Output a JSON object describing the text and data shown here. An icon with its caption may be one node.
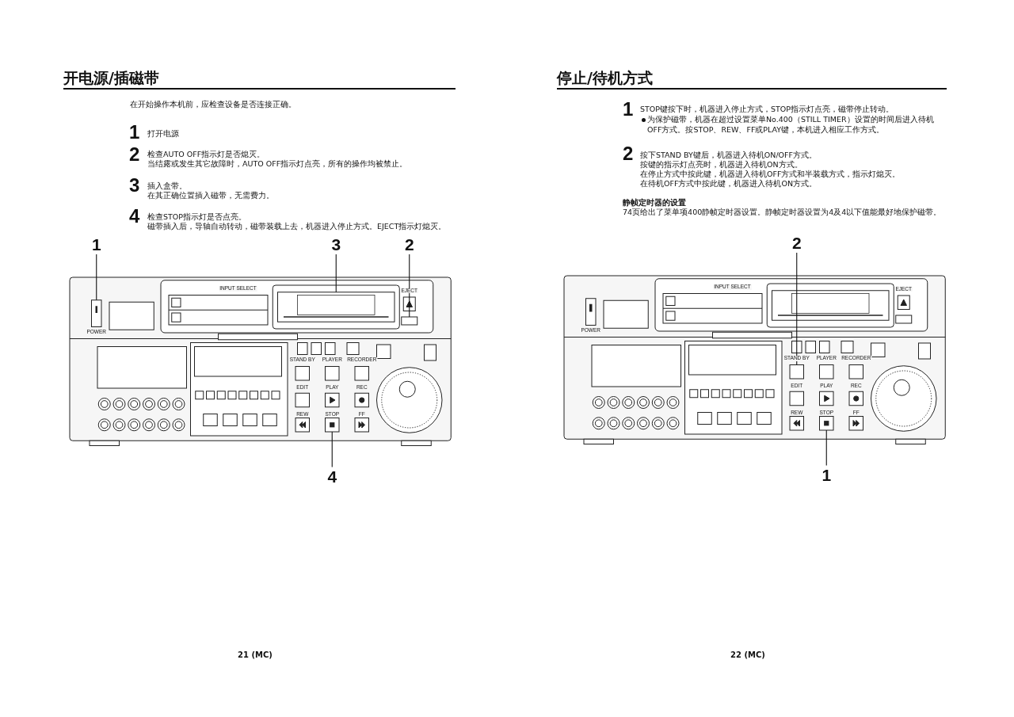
{
  "diagram": {
    "nodes": [
      {
        "text": [
          "1"
        ]
      },
      {
        "text": [],
        "shape": "box"
      },
      {
        "text": [
          "3"
        ]
      },
      {
        "text": [],
        "shape": "box"
      },
      {
        "text": [
          "2"
        ]
      },
      {
        "text": [],
        "shape": "box"
      },
      {
        "text": [
          "4"
        ]
      },
      {
        "text": [],
        "shape": "box"
      },
      {
        "text": [
          "2"
        ]
      },
      {
        "text": [],
        "shape": "box"
      },
      {
        "text": [
          "1"
        ]
      },
      {
        "text": [],
        "shape": "box"
      }
    ],
    "edges": [
      {
        "from": 0,
        "to": 1,
        "arrow": "none"
      },
      {
        "from": 2,
        "to": 3,
        "arrow": "none"
      },
      {
        "from": 4,
        "to": 5,
        "arrow": "none"
      },
      {
        "from": 6,
        "to": 7,
        "arrow": "none"
      },
      {
        "from": 8,
        "to": 9,
        "arrow": "none"
      },
      {
        "from": 10,
        "to": 11,
        "arrow": "none"
      }
    ],
    "labels": [
      "开电源/插磁带",
      "在开始操作本机前，应检查设备是否连接正确。",
      "1",
      "打开电源",
      "2",
      "检查AUTO OFF指示灯是否熄灭。",
      "当结露或发生其它故障时，AUTO OFF指示灯点亮，所有的操作均被禁止。",
      "3",
      "插入盒带。",
      "在其正确位置插入磁带，无需费力。",
      "4",
      "检查STOP指示灯是否点亮。",
      "磁带插入后，导轴自动转动，磁带装载上去，机器进入停止方式。EJECT指示灯熄灭。",
      "INPUT SELECT",
      "POWER",
      "EJECT",
      "STAND BY",
      "PLAYER",
      "RECORDER",
      "EDIT",
      "PLAY",
      "REC",
      "REW",
      "STOP",
      "FF",
      "21 (MC)",
      "停止/待机方式",
      "1",
      "STOP键按下时，机器进入停止方式，STOP指示灯点亮，磁带停止转动。",
      "为保护磁带，机器在超过设置菜单No.400（STILL TIMER）设置的时间后进入待机OFF方式。按STOP、REW、FF或PLAY键，本机进入相应工作方式。",
      "2",
      "按下STAND BY键后，机器进入待机ON/OFF方式。",
      "按键的指示灯点亮时，机器进入待机ON方式。",
      "在停止方式中按此键，机器进入待机OFF方式和半装载方式，指示灯熄灭。",
      "在待机OFF方式中按此键，机器进入待机ON方式。",
      "静帧定时器的设置",
      "74页给出了菜单项400静帧定时器设置。静帧定时器设置为4及4以下值能最好地保护磁带。",
      "INPUT SELECT",
      "POWER",
      "EJECT",
      "STAND BY",
      "PLAYER",
      "RECORDER",
      "EDIT",
      "PLAY",
      "REC",
      "REW",
      "STOP",
      "FF",
      "22 (MC)"
    ]
  }
}
